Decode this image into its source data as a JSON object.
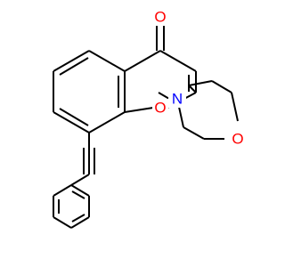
{
  "atoms": {
    "carbonyl_oxygen": "O",
    "ring_oxygen": "O",
    "morpholine_nitrogen": "N",
    "morpholine_oxygen": "O"
  },
  "colors": {
    "bond": "#000000",
    "oxygen": "#ff0000",
    "nitrogen": "#0000ff",
    "background": "#ffffff"
  }
}
